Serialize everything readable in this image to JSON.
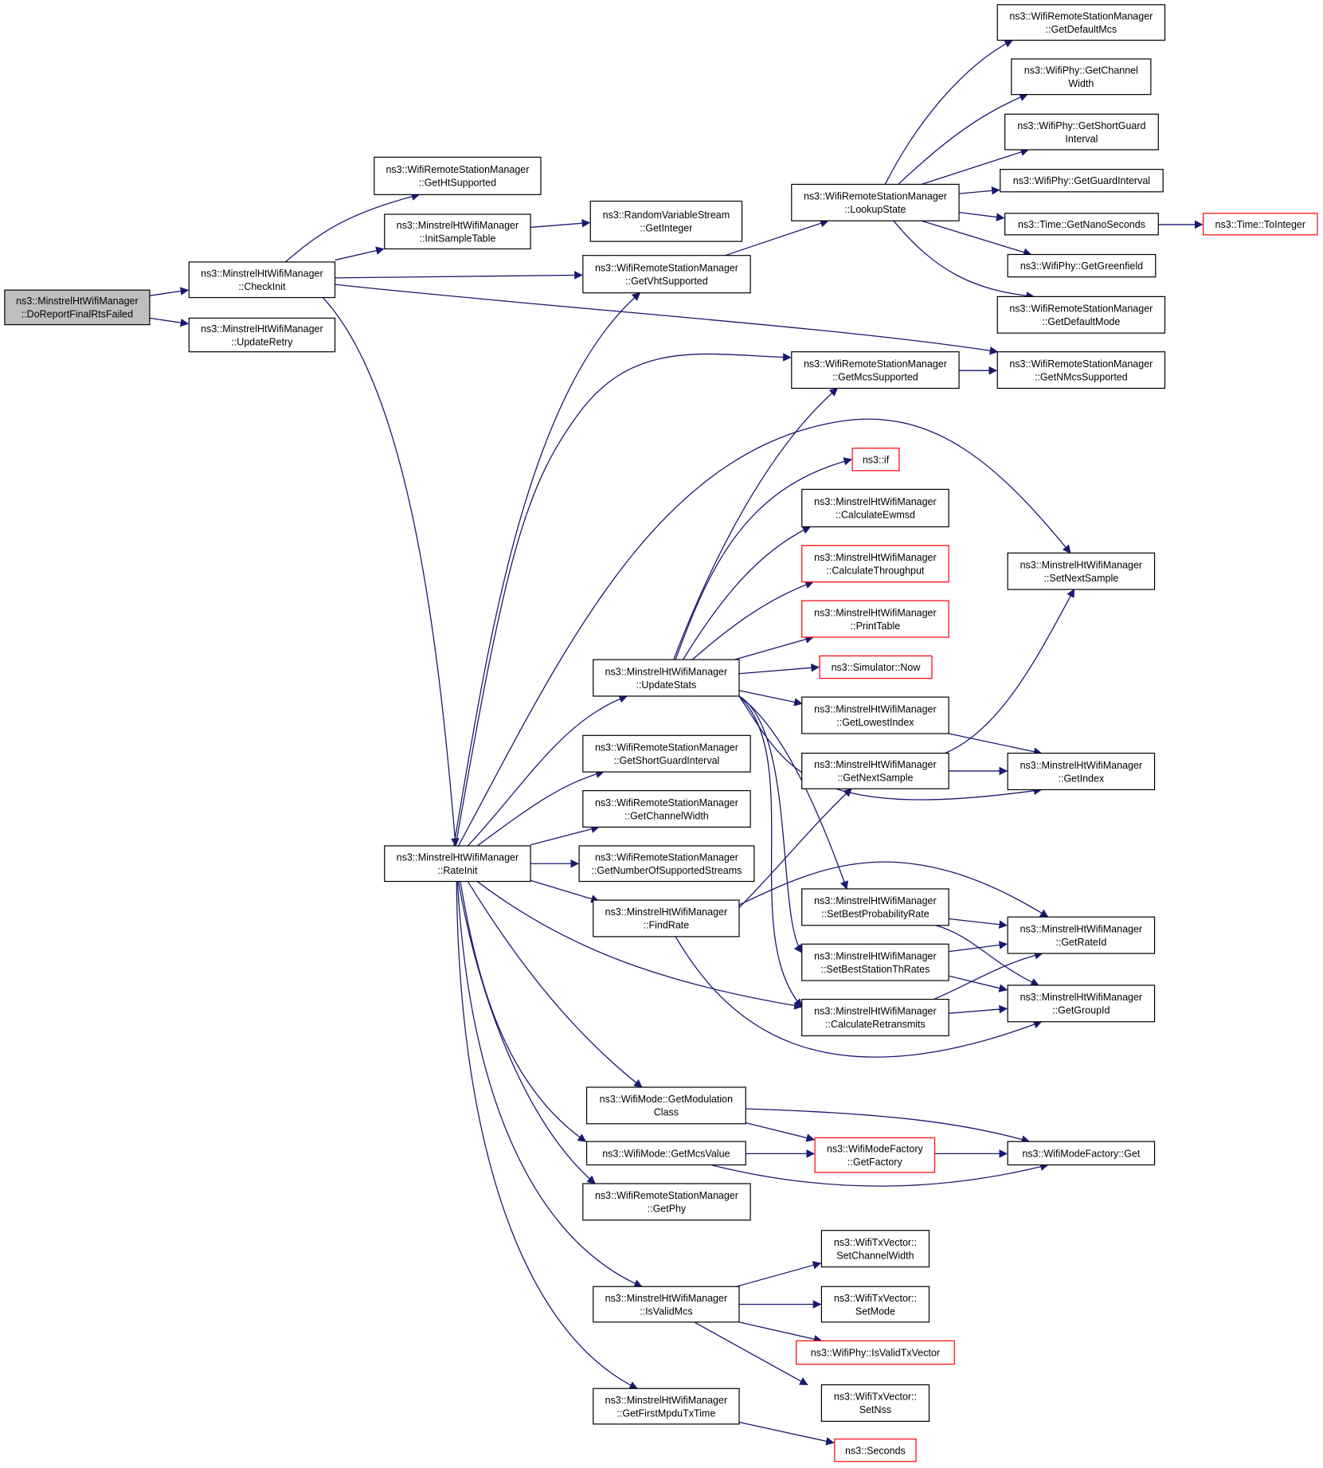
{
  "colors": {
    "edge": "#191970",
    "node_border": "#000000",
    "truncated_border": "#ff0000",
    "root_fill": "#bfbfbf",
    "node_fill": "#ffffff"
  },
  "nodes": {
    "root": {
      "lines": [
        "ns3::MinstrelHtWifiManager",
        "::DoReportFinalRtsFailed"
      ],
      "style": "root"
    },
    "checkinit": {
      "lines": [
        "ns3::MinstrelHtWifiManager",
        "::CheckInit"
      ],
      "style": "normal"
    },
    "updateretry": {
      "lines": [
        "ns3::MinstrelHtWifiManager",
        "::UpdateRetry"
      ],
      "style": "normal"
    },
    "getht": {
      "lines": [
        "ns3::WifiRemoteStationManager",
        "::GetHtSupported"
      ],
      "style": "normal"
    },
    "initsample": {
      "lines": [
        "ns3::MinstrelHtWifiManager",
        "::InitSampleTable"
      ],
      "style": "normal"
    },
    "getinteger": {
      "lines": [
        "ns3::RandomVariableStream",
        "::GetInteger"
      ],
      "style": "normal"
    },
    "getvht": {
      "lines": [
        "ns3::WifiRemoteStationManager",
        "::GetVhtSupported"
      ],
      "style": "normal"
    },
    "lookup": {
      "lines": [
        "ns3::WifiRemoteStationManager",
        "::LookupState"
      ],
      "style": "normal"
    },
    "getdefmcs": {
      "lines": [
        "ns3::WifiRemoteStationManager",
        "::GetDefaultMcs"
      ],
      "style": "normal"
    },
    "getchwidth_phy": {
      "lines": [
        "ns3::WifiPhy::GetChannel",
        "Width"
      ],
      "style": "normal"
    },
    "getsgi_phy": {
      "lines": [
        "ns3::WifiPhy::GetShortGuard",
        "Interval"
      ],
      "style": "normal"
    },
    "getgi": {
      "lines": [
        "ns3::WifiPhy::GetGuardInterval"
      ],
      "style": "normal"
    },
    "getnano": {
      "lines": [
        "ns3::Time::GetNanoSeconds"
      ],
      "style": "normal"
    },
    "tointeger": {
      "lines": [
        "ns3::Time::ToInteger"
      ],
      "style": "truncated"
    },
    "getgreen": {
      "lines": [
        "ns3::WifiPhy::GetGreenfield"
      ],
      "style": "normal"
    },
    "getdefmode": {
      "lines": [
        "ns3::WifiRemoteStationManager",
        "::GetDefaultMode"
      ],
      "style": "normal"
    },
    "getmcssup": {
      "lines": [
        "ns3::WifiRemoteStationManager",
        "::GetMcsSupported"
      ],
      "style": "normal"
    },
    "getnmcs": {
      "lines": [
        "ns3::WifiRemoteStationManager",
        "::GetNMcsSupported"
      ],
      "style": "normal"
    },
    "nsif": {
      "lines": [
        "ns3::if"
      ],
      "style": "truncated"
    },
    "calcewmsd": {
      "lines": [
        "ns3::MinstrelHtWifiManager",
        "::CalculateEwmsd"
      ],
      "style": "normal"
    },
    "calctput": {
      "lines": [
        "ns3::MinstrelHtWifiManager",
        "::CalculateThroughput"
      ],
      "style": "truncated"
    },
    "setnextsample": {
      "lines": [
        "ns3::MinstrelHtWifiManager",
        "::SetNextSample"
      ],
      "style": "normal"
    },
    "printtable": {
      "lines": [
        "ns3::MinstrelHtWifiManager",
        "::PrintTable"
      ],
      "style": "truncated"
    },
    "updatestats": {
      "lines": [
        "ns3::MinstrelHtWifiManager",
        "::UpdateStats"
      ],
      "style": "normal"
    },
    "simnow": {
      "lines": [
        "ns3::Simulator::Now"
      ],
      "style": "truncated"
    },
    "getlowest": {
      "lines": [
        "ns3::MinstrelHtWifiManager",
        "::GetLowestIndex"
      ],
      "style": "normal"
    },
    "getsgi_rsm": {
      "lines": [
        "ns3::WifiRemoteStationManager",
        "::GetShortGuardInterval"
      ],
      "style": "normal"
    },
    "getnextsample": {
      "lines": [
        "ns3::MinstrelHtWifiManager",
        "::GetNextSample"
      ],
      "style": "normal"
    },
    "getindex": {
      "lines": [
        "ns3::MinstrelHtWifiManager",
        "::GetIndex"
      ],
      "style": "normal"
    },
    "getchwidth_rsm": {
      "lines": [
        "ns3::WifiRemoteStationManager",
        "::GetChannelWidth"
      ],
      "style": "normal"
    },
    "rateinit": {
      "lines": [
        "ns3::MinstrelHtWifiManager",
        "::RateInit"
      ],
      "style": "normal"
    },
    "getnss": {
      "lines": [
        "ns3::WifiRemoteStationManager",
        "::GetNumberOfSupportedStreams"
      ],
      "style": "normal"
    },
    "setbestprob": {
      "lines": [
        "ns3::MinstrelHtWifiManager",
        "::SetBestProbabilityRate"
      ],
      "style": "normal"
    },
    "findrate": {
      "lines": [
        "ns3::MinstrelHtWifiManager",
        "::FindRate"
      ],
      "style": "normal"
    },
    "getrateid": {
      "lines": [
        "ns3::MinstrelHtWifiManager",
        "::GetRateId"
      ],
      "style": "normal"
    },
    "setbestth": {
      "lines": [
        "ns3::MinstrelHtWifiManager",
        "::SetBestStationThRates"
      ],
      "style": "normal"
    },
    "calcretrans": {
      "lines": [
        "ns3::MinstrelHtWifiManager",
        "::CalculateRetransmits"
      ],
      "style": "normal"
    },
    "getgroupid": {
      "lines": [
        "ns3::MinstrelHtWifiManager",
        "::GetGroupId"
      ],
      "style": "normal"
    },
    "getmodclass": {
      "lines": [
        "ns3::WifiMode::GetModulation",
        "Class"
      ],
      "style": "normal"
    },
    "getfactory": {
      "lines": [
        "ns3::WifiModeFactory",
        "::GetFactory"
      ],
      "style": "truncated"
    },
    "factoryget": {
      "lines": [
        "ns3::WifiModeFactory::Get"
      ],
      "style": "normal"
    },
    "getmcsvalue": {
      "lines": [
        "ns3::WifiMode::GetMcsValue"
      ],
      "style": "normal"
    },
    "getphy": {
      "lines": [
        "ns3::WifiRemoteStationManager",
        "::GetPhy"
      ],
      "style": "normal"
    },
    "setchwidth": {
      "lines": [
        "ns3::WifiTxVector::",
        "SetChannelWidth"
      ],
      "style": "normal"
    },
    "isvalidmcs": {
      "lines": [
        "ns3::MinstrelHtWifiManager",
        "::IsValidMcs"
      ],
      "style": "normal"
    },
    "setmode": {
      "lines": [
        "ns3::WifiTxVector::",
        "SetMode"
      ],
      "style": "normal"
    },
    "isvalidtx": {
      "lines": [
        "ns3::WifiPhy::IsValidTxVector"
      ],
      "style": "truncated"
    },
    "setnss": {
      "lines": [
        "ns3::WifiTxVector::",
        "SetNss"
      ],
      "style": "normal"
    },
    "getfirstmpdu": {
      "lines": [
        "ns3::MinstrelHtWifiManager",
        "::GetFirstMpduTxTime"
      ],
      "style": "normal"
    },
    "seconds": {
      "lines": [
        "ns3::Seconds"
      ],
      "style": "truncated"
    }
  }
}
